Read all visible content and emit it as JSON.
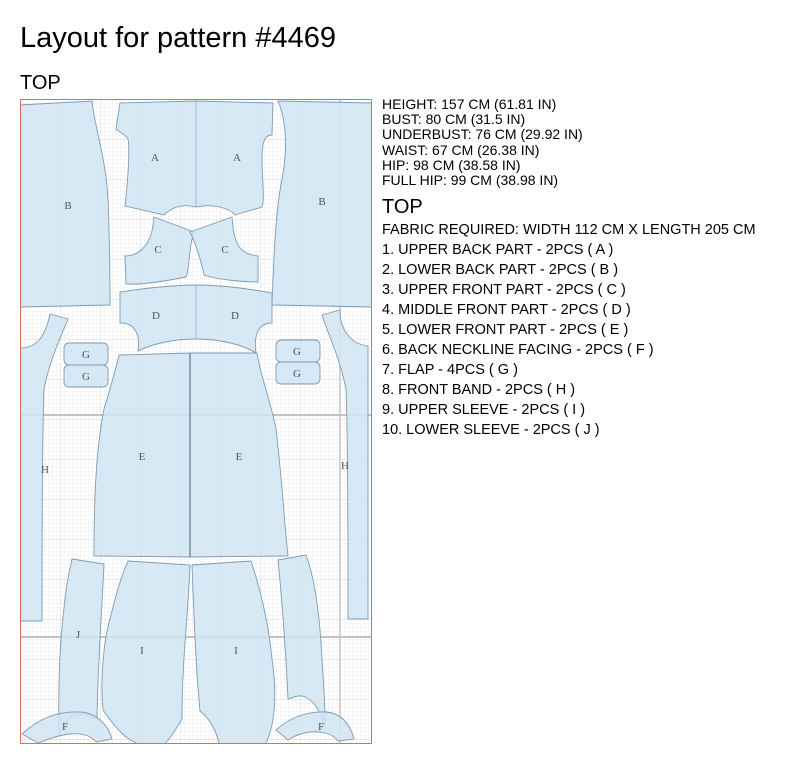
{
  "header": {
    "title": "Layout for pattern #4469",
    "subtitle": "TOP"
  },
  "measurements": [
    "HEIGHT: 157 CM (61.81 IN)",
    "BUST: 80 CM (31.5 IN)",
    "UNDERBUST: 76 CM (29.92 IN)",
    "WAIST: 67 CM (26.38 IN)",
    "HIP: 98 CM (38.58 IN)",
    "FULL HIP: 99 CM (38.98 IN)"
  ],
  "section": {
    "title": "TOP",
    "fabric": "FABRIC REQUIRED: WIDTH 112 CM X LENGTH 205 CM",
    "pieces": [
      "1. UPPER BACK PART - 2PCS ( A )",
      "2. LOWER BACK PART - 2PCS ( B )",
      "3. UPPER FRONT PART - 2PCS ( C )",
      "4. MIDDLE FRONT PART - 2PCS ( D )",
      "5. LOWER FRONT PART - 2PCS ( E )",
      "6. BACK NECKLINE FACING - 2PCS ( F )",
      "7. FLAP - 4PCS ( G )",
      "8. FRONT BAND - 2PCS ( H )",
      "9. UPPER SLEEVE - 2PCS ( I )",
      "10. LOWER SLEEVE - 2PCS ( J )"
    ]
  },
  "layout_labels": {
    "A": "A",
    "B": "B",
    "C": "C",
    "D": "D",
    "E": "E",
    "F": "F",
    "G": "G",
    "H": "H",
    "I": "I",
    "J": "J"
  },
  "colors": {
    "piece_fill": "#cfe5f2",
    "piece_stroke": "#7f9bb0",
    "grid_fine": "#e2e2e2",
    "grid_major": "#c8c8c8",
    "border": "#d96b6b"
  }
}
